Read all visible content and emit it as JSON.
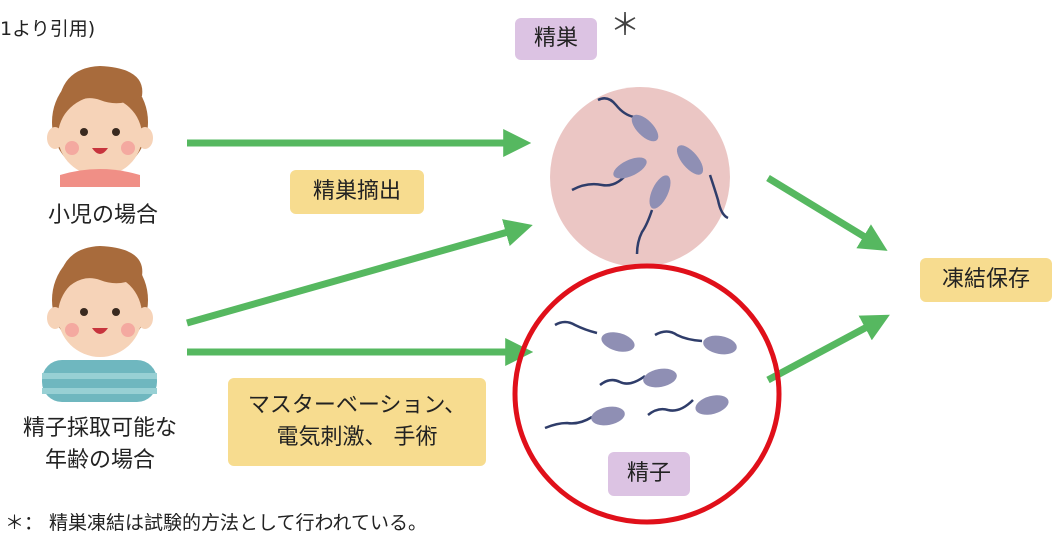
{
  "source_note": "1より引用)",
  "testis": {
    "label": "精巣",
    "asterisk": "＊"
  },
  "child": {
    "label": "小児の場合"
  },
  "older_child": {
    "label_line1": "精子採取可能な",
    "label_line2": "年齢の場合"
  },
  "testis_extraction": {
    "label": "精巣摘出"
  },
  "sperm_collection": {
    "label_line1": "マスターベーション、",
    "label_line2": "電気刺激、 手術"
  },
  "cryopreservation": {
    "label": "凍結保存"
  },
  "sperm": {
    "label": "精子"
  },
  "footnote": "＊： 精巣凍結は試験的方法として行われている。",
  "colors": {
    "arrow": "#56b860",
    "testis_circle": "#ebc6c4",
    "sperm_head": "#8f8fb4",
    "highlight_ring": "#e0101a",
    "tag_purple": "#dcc3e3",
    "tag_yellow": "#f7dc8f"
  }
}
